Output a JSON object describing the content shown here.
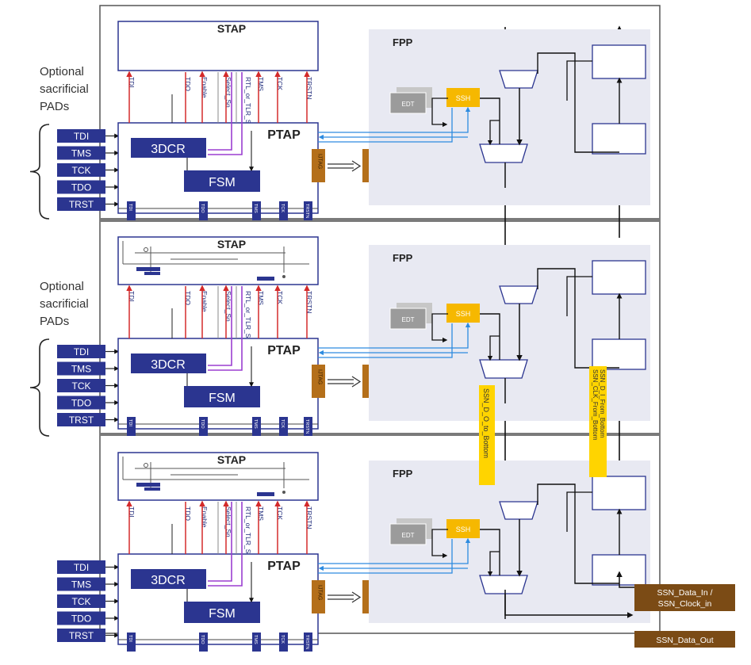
{
  "left_label": {
    "lines": [
      "Optional",
      "sacrificial",
      "PADs"
    ]
  },
  "pads": [
    "TDI",
    "TMS",
    "TCK",
    "TDO",
    "TRST"
  ],
  "stap": {
    "title": "STAP",
    "pins": [
      "TDI",
      "TDO",
      "Enable",
      "Select_Sn",
      "RTL_or_TLR_Sr",
      "TMS",
      "TCK",
      "TRSTN"
    ]
  },
  "ptap": {
    "title": "PTAP",
    "block_3dcr": "3DCR",
    "block_fsm": "FSM",
    "bottom_pins": [
      "TDI",
      "TDO",
      "TMS",
      "TCK",
      "TRSTN"
    ]
  },
  "ijtag_label": "IJTAG",
  "fpp": {
    "title": "FPP",
    "edt": "EDT",
    "ssh": "SSH"
  },
  "vertical_labels": {
    "down": "SSN_D_O_to_Bottom",
    "up": [
      "SSN_D_I_From_Bottom",
      "SSN_CLK_From_Bottom"
    ]
  },
  "ssn_io": {
    "data_in": [
      "SSN_Data_In /",
      "SSN_Clock_in"
    ],
    "data_out": "SSN_Data_Out"
  },
  "colors": {
    "dark_blue": "#2b3590",
    "ijtag_brown": "#b46f1a",
    "ssh_yellow": "#f6b800",
    "fpp_bg": "#e8e9f2",
    "red_wire": "#d42a2a",
    "purple_wire": "#9b3fd0",
    "blue_wire": "#2d8be0",
    "ssn_brown": "#7b4b15",
    "label_yellow": "#ffd400"
  }
}
